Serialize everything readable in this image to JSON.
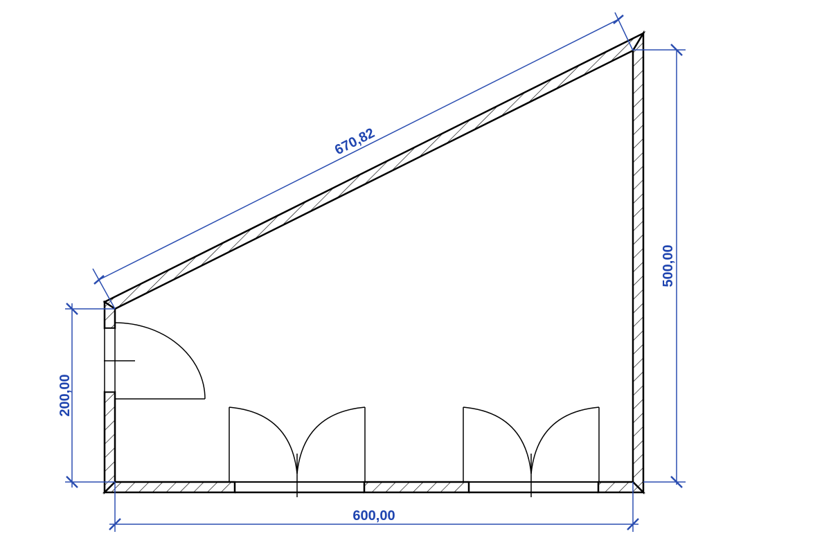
{
  "drawing": {
    "dimensions": {
      "top_slope": "670,82",
      "right_height": "500,00",
      "left_height": "200,00",
      "bottom_width": "600,00"
    },
    "colors": {
      "dimension": "#1f45b0",
      "walls": "#000000"
    }
  }
}
